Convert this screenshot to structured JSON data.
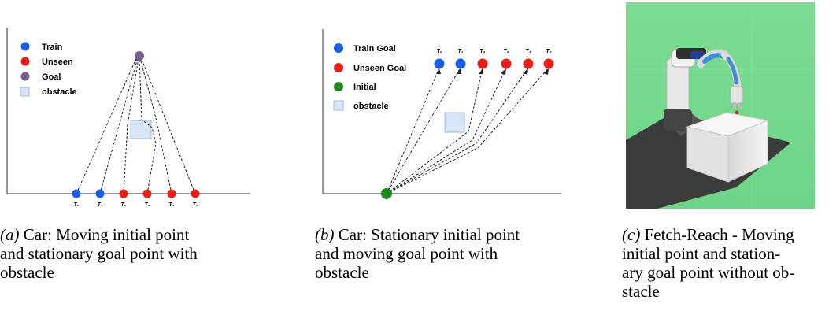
{
  "figure_a": {
    "legend": [
      "Train",
      "Unseen",
      "Goal",
      "obstacle"
    ],
    "ticks": [
      "T₀",
      "T₁",
      "T₂",
      "T₃",
      "T₄",
      "T₅"
    ],
    "caption_label": "(a)",
    "caption_lines": [
      "Car: Moving initial point",
      "and stationary goal point with",
      "obstacle"
    ]
  },
  "figure_b": {
    "legend": [
      "Train Goal",
      "Unseen Goal",
      "Initial",
      "obstacle"
    ],
    "ticks": [
      "T₀",
      "T₁",
      "T₂",
      "T₃",
      "T₄",
      "T₅"
    ],
    "caption_label": "(b)",
    "caption_lines": [
      "Car: Stationary initial point",
      "and moving goal point with",
      "obstacle"
    ]
  },
  "figure_c": {
    "caption_label": "(c)",
    "caption_lines": [
      "Fetch-Reach - Moving",
      "initial point and station-",
      "ary goal point without ob-",
      "stacle"
    ]
  },
  "colors": {
    "train": "#1a5de8",
    "unseen": "#e8201a",
    "goal": "#7b5e8f",
    "initial": "#1e8a1e",
    "obstacle_fill": "#d9e6f7",
    "obstacle_stroke": "#9fb8dc",
    "sim_background": "#78d98f"
  }
}
